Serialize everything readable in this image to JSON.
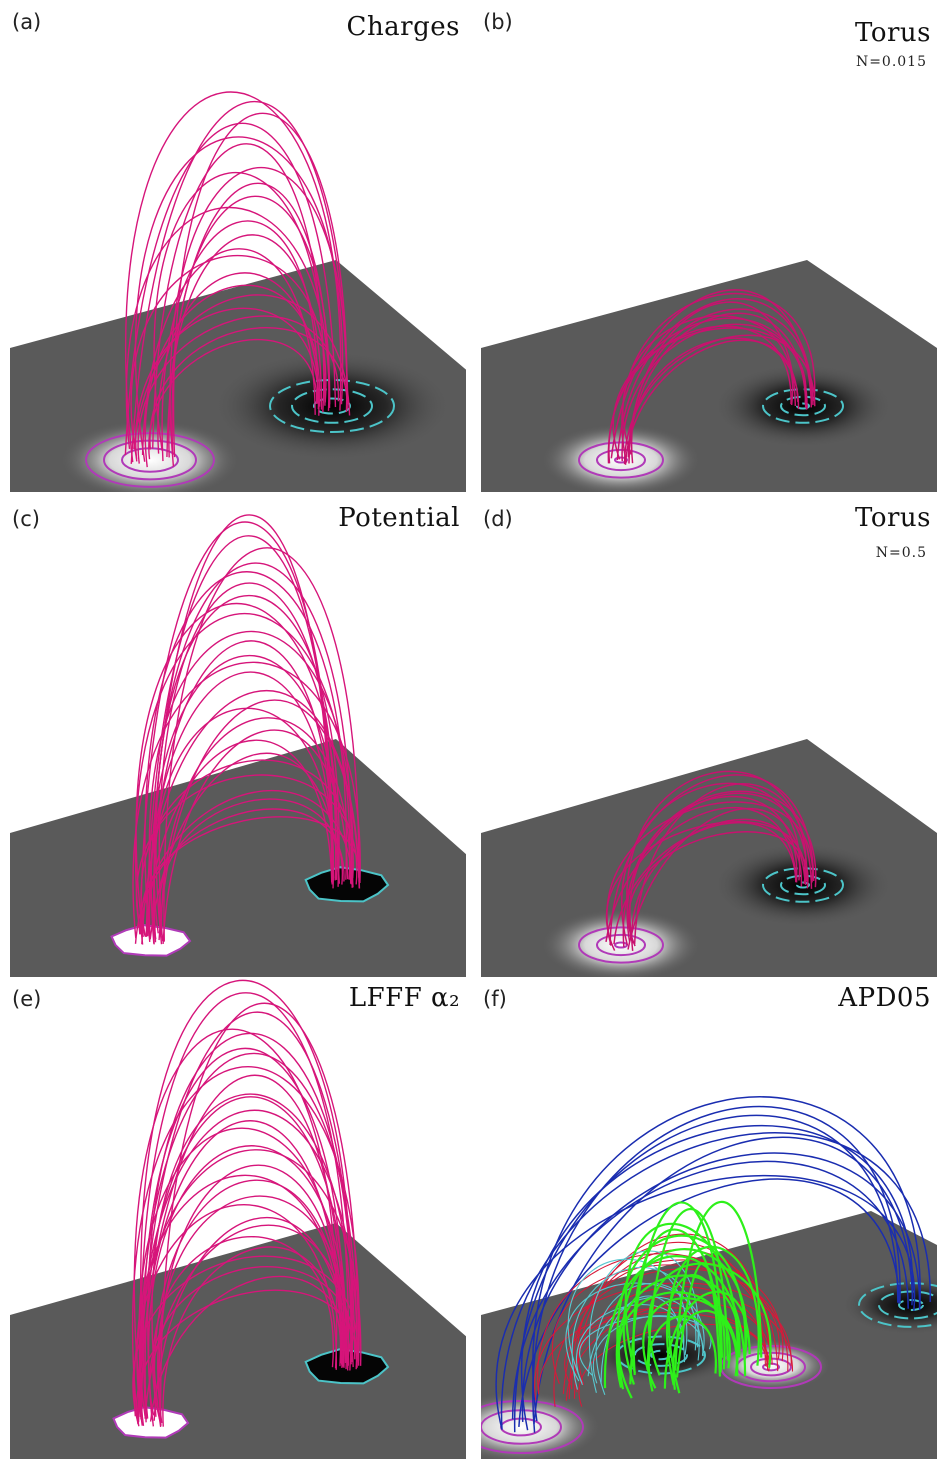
{
  "figure": {
    "panels": [
      {
        "id": "a",
        "label": "(a)",
        "title": "Charges",
        "subtitle": "",
        "feet": "contours",
        "loops": "tall",
        "colors": [
          "#d6157a"
        ]
      },
      {
        "id": "b",
        "label": "(b)",
        "title": "Torus",
        "subtitle": "N=0.015",
        "feet": "contours",
        "loops": "short",
        "colors": [
          "#c8126f"
        ]
      },
      {
        "id": "c",
        "label": "(c)",
        "title": "Potential",
        "subtitle": "",
        "feet": "spots",
        "loops": "tall",
        "colors": [
          "#d6157a"
        ]
      },
      {
        "id": "d",
        "label": "(d)",
        "title": "Torus",
        "subtitle": "N=0.5",
        "feet": "contours",
        "loops": "short",
        "colors": [
          "#c8126f"
        ]
      },
      {
        "id": "e",
        "label": "(e)",
        "title": "LFFF α₂",
        "subtitle": "",
        "feet": "spots",
        "loops": "tall",
        "colors": [
          "#d6157a"
        ]
      },
      {
        "id": "f",
        "label": "(f)",
        "title": "APD05",
        "subtitle": "",
        "feet": "multi",
        "loops": "multi",
        "colors": [
          "#1a2db0",
          "#2ef01a",
          "#d61a3a",
          "#58c8d0"
        ]
      }
    ],
    "contour_colors": {
      "positive": "#b03ab8",
      "negative": "#4cc4c8"
    },
    "plane_color": "#5a5a5a"
  }
}
